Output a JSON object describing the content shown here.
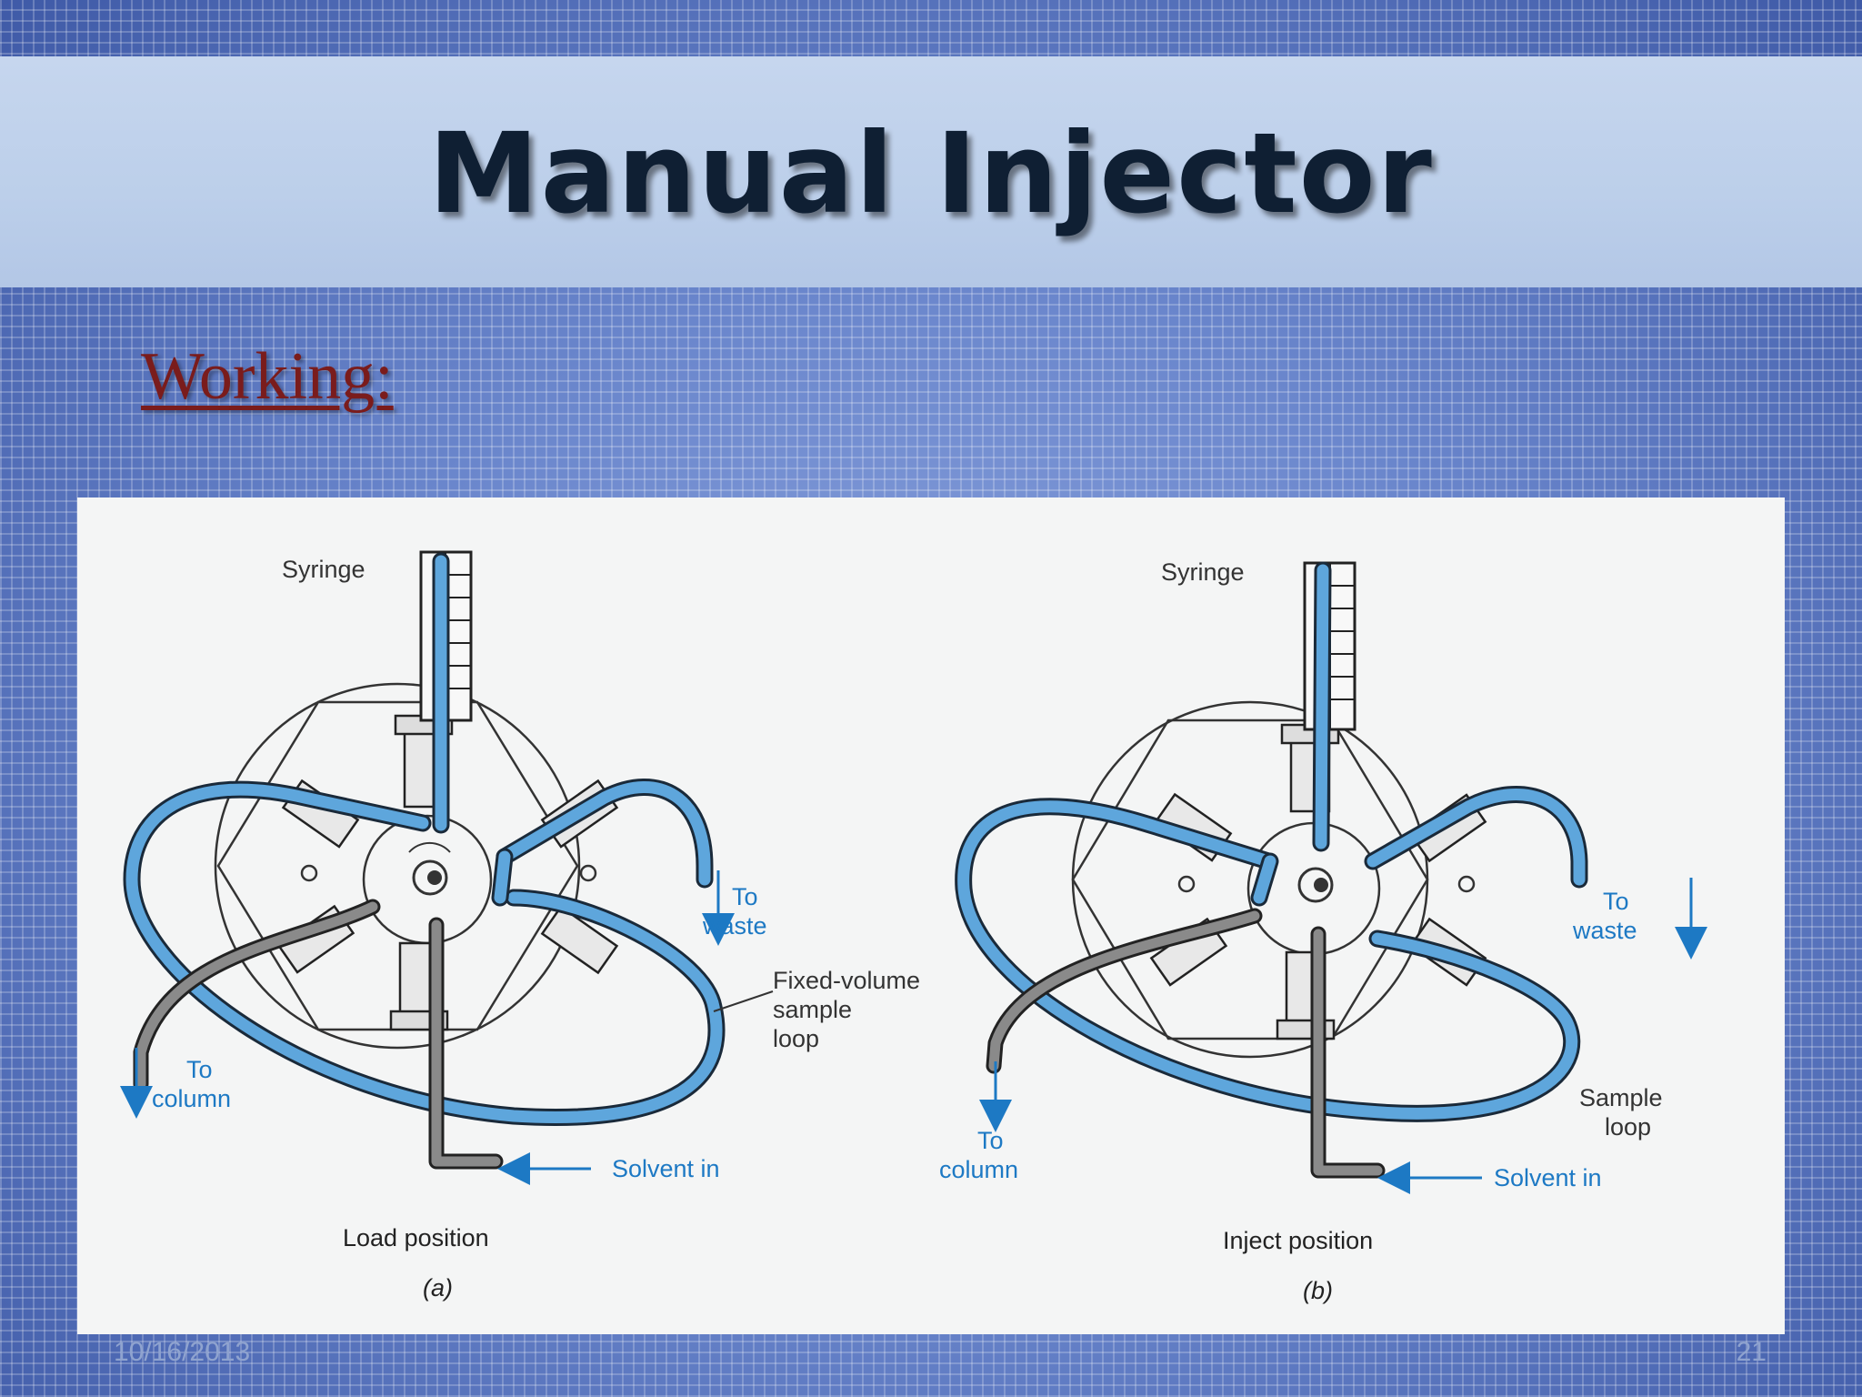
{
  "slide": {
    "title": "Manual Injector",
    "heading": "Working:",
    "footer_date": "10/16/2013",
    "page_number": "21"
  },
  "figure": {
    "panel_a": {
      "syringe": "Syringe",
      "to_waste_1": "To",
      "to_waste_2": "waste",
      "loop_1": "Fixed-volume",
      "loop_2": "sample",
      "loop_3": "loop",
      "to_column_1": "To",
      "to_column_2": "column",
      "solvent": "Solvent in",
      "position": "Load position",
      "letter": "(a)"
    },
    "panel_b": {
      "syringe": "Syringe",
      "to_waste_1": "To",
      "to_waste_2": "waste",
      "loop_1": "Sample",
      "loop_2": "loop",
      "to_column_1": "To",
      "to_column_2": "column",
      "solvent": "Solvent in",
      "position": "Inject position",
      "letter": "(b)"
    }
  },
  "colors": {
    "tube_blue": "#5ea6dc",
    "label_blue": "#1d79c4",
    "heading_red": "#7a1c1c",
    "title_dark": "#0f1f33"
  }
}
